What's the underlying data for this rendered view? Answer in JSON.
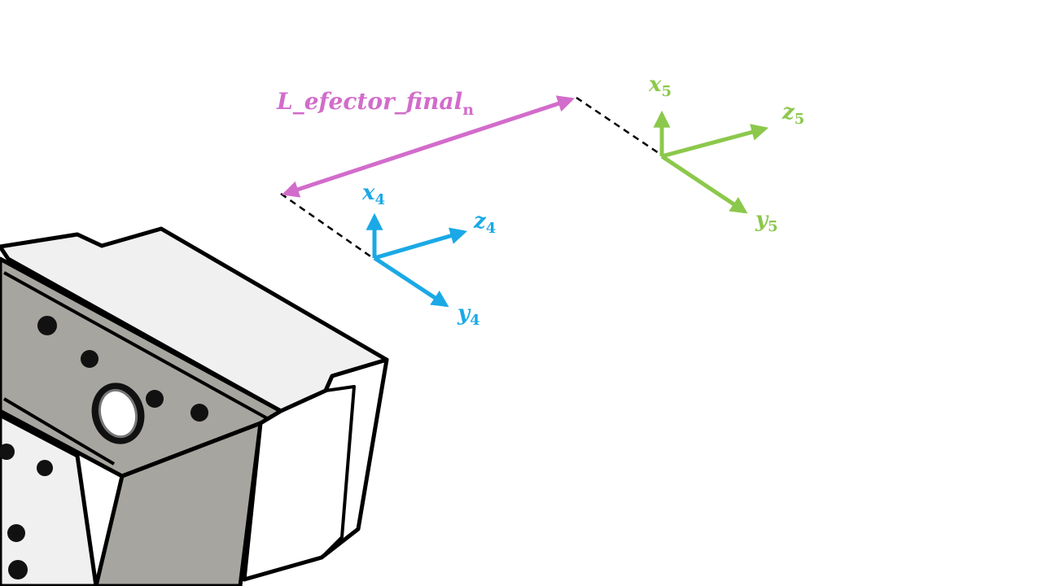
{
  "colors": {
    "frame4": "#1aa9e6",
    "frame5": "#8cc84b",
    "link": "#d26ccb",
    "dash": "#000000",
    "part_outline": "#000000",
    "part_face_dark": "#a7a59f",
    "part_face_light": "#f0f0f0",
    "part_face_white": "#ffffff",
    "part_hole": "#111111"
  },
  "labels": {
    "link_main": "L_efector_final",
    "link_sub": "n",
    "frame4": {
      "x_main": "x",
      "x_sub": "4",
      "y_main": "y",
      "y_sub": "4",
      "z_main": "z",
      "z_sub": "4"
    },
    "frame5": {
      "x_main": "x",
      "x_sub": "5",
      "y_main": "y",
      "y_sub": "5",
      "z_main": "z",
      "z_sub": "5"
    }
  },
  "icons": {
    "part": "end-effector-block-icon"
  }
}
